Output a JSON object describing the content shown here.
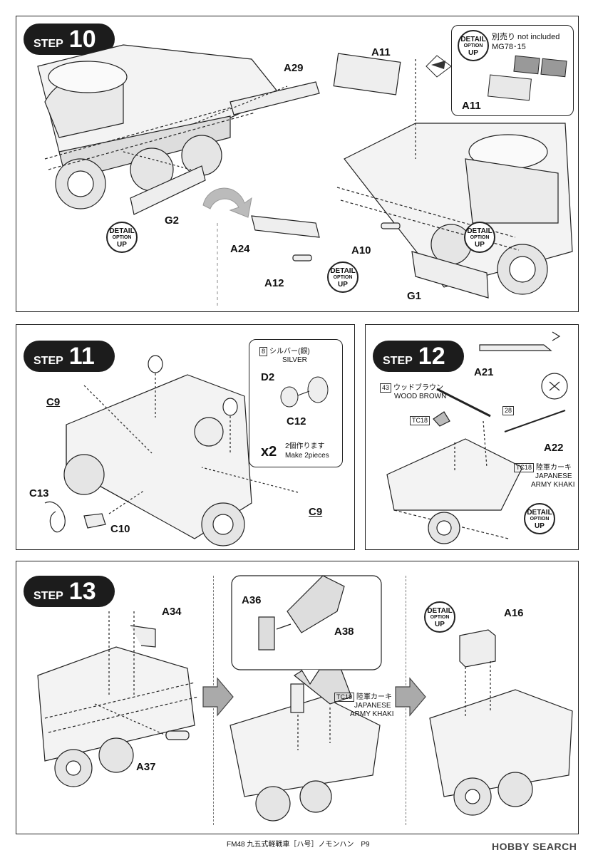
{
  "steps": [
    {
      "number": "10",
      "word": "STEP"
    },
    {
      "number": "11",
      "word": "STEP"
    },
    {
      "number": "12",
      "word": "STEP"
    },
    {
      "number": "13",
      "word": "STEP"
    }
  ],
  "detail_badge": {
    "line1": "DETAIL",
    "line2": "OPTION",
    "line3": "UP"
  },
  "step10": {
    "parts_left": {
      "a29": "A29",
      "g2": "G2"
    },
    "parts_right": {
      "a11": "A11",
      "a24": "A24",
      "a12": "A12",
      "a10": "A10",
      "g1": "G1"
    },
    "callout": {
      "a11": "A11",
      "not_included": "別売り not included",
      "mg": "MG78･15"
    }
  },
  "step11": {
    "labels": {
      "c9_top": "C9",
      "c9_right": "C9",
      "c13": "C13",
      "c10": "C10"
    },
    "callout": {
      "paint_number": "8",
      "paint_jp": "シルバー(銀)",
      "paint_en": "SILVER",
      "d2": "D2",
      "c12": "C12",
      "multiplier": "x2",
      "make_jp": "2個作ります",
      "make_en": "Make 2pieces"
    }
  },
  "step12": {
    "labels": {
      "a21": "A21",
      "a22": "A22"
    },
    "wood": {
      "number": "43",
      "jp": "ウッドブラウン",
      "en": "WOOD BROWN"
    },
    "tc18": "TC18",
    "ref28": "28",
    "khaki": {
      "code": "TC18",
      "jp": "陸軍カーキ",
      "en1": "JAPANESE",
      "en2": "ARMY KHAKI"
    }
  },
  "step13": {
    "labels": {
      "a34": "A34",
      "a37": "A37",
      "a36": "A36",
      "a38": "A38",
      "a16": "A16"
    },
    "khaki": {
      "code": "TC18",
      "jp": "陸軍カーキ",
      "en1": "JAPANESE",
      "en2": "ARMY KHAKI"
    }
  },
  "footer": {
    "text": "FM48 九五式軽戦車［ハ号］ノモンハン　P9"
  },
  "watermark": {
    "text": "HOBBY SEARCH"
  }
}
